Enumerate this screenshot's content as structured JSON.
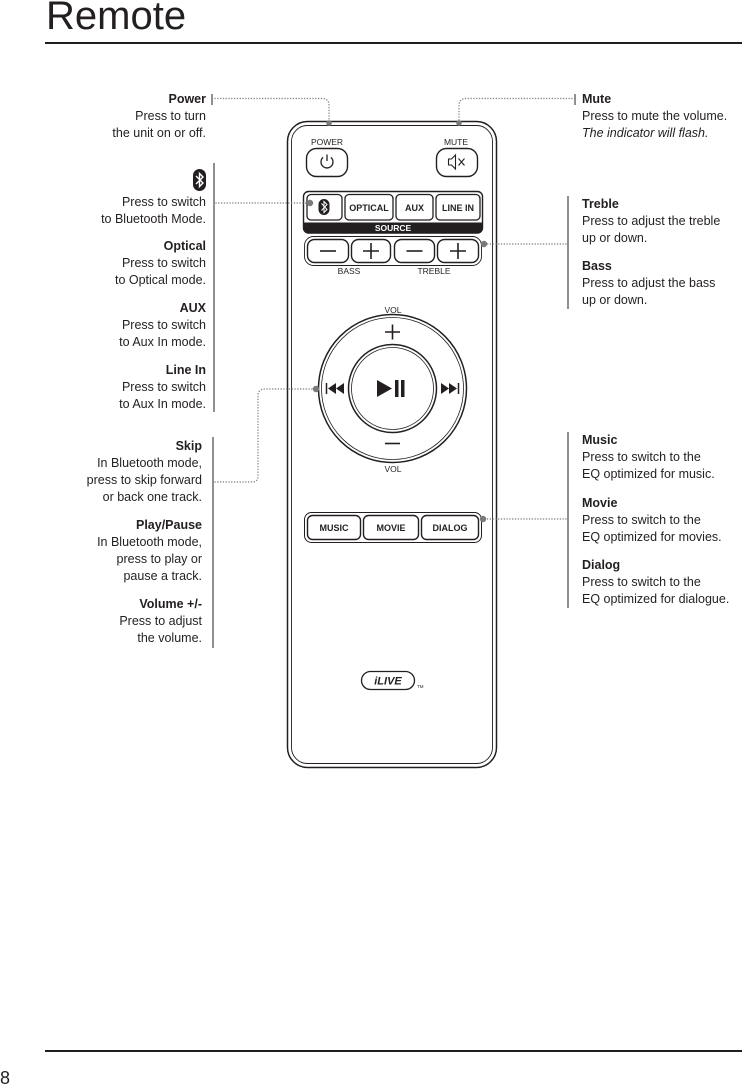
{
  "page": {
    "title": "Remote",
    "page_number": "8"
  },
  "callouts": {
    "power": {
      "heading": "Power",
      "lines": [
        "Press to turn",
        "the unit on or off."
      ]
    },
    "bluetooth": {
      "icon": "bluetooth-icon",
      "lines": [
        "Press to switch",
        "to Bluetooth Mode."
      ]
    },
    "optical": {
      "heading": "Optical",
      "lines": [
        "Press to switch",
        "to Optical mode."
      ]
    },
    "aux": {
      "heading": "AUX",
      "lines": [
        "Press to switch",
        "to Aux In mode."
      ]
    },
    "line_in": {
      "heading": "Line In",
      "lines": [
        "Press to switch",
        "to Aux In mode."
      ]
    },
    "skip": {
      "heading": "Skip",
      "lines": [
        "In Bluetooth mode,",
        "press to skip forward",
        "or back one track."
      ]
    },
    "play_pause": {
      "heading": "Play/Pause",
      "lines": [
        "In Bluetooth mode,",
        "press to play or",
        "pause a track."
      ]
    },
    "volume": {
      "heading": "Volume +/-",
      "lines": [
        "Press to adjust",
        "the volume."
      ]
    },
    "mute": {
      "heading": "Mute",
      "lines": [
        "Press to mute the volume."
      ],
      "note": "The indicator will flash."
    },
    "treble": {
      "heading": "Treble",
      "lines": [
        "Press to adjust the treble",
        "up or down."
      ]
    },
    "bass": {
      "heading": "Bass",
      "lines": [
        "Press to adjust the bass",
        "up or down."
      ]
    },
    "music": {
      "heading": "Music",
      "lines": [
        "Press to switch to the",
        "EQ optimized for music."
      ]
    },
    "movie": {
      "heading": "Movie",
      "lines": [
        "Press to switch to the",
        "EQ optimized for movies."
      ]
    },
    "dialog": {
      "heading": "Dialog",
      "lines": [
        "Press to switch to the",
        "EQ optimized for dialogue."
      ]
    }
  },
  "remote": {
    "power_label": "POWER",
    "power_icon": "power-icon",
    "mute_label": "MUTE",
    "mute_icon": "mute-icon",
    "source_buttons": {
      "bluetooth_icon": "bluetooth-icon",
      "optical": "OPTICAL",
      "aux": "AUX",
      "line_in": "LINE IN"
    },
    "source_label": "SOURCE",
    "tone_buttons": [
      "minus-icon",
      "plus-icon",
      "minus-icon",
      "plus-icon"
    ],
    "bass_label": "BASS",
    "treble_label": "TREBLE",
    "vol_label_top": "VOL",
    "vol_label_bottom": "VOL",
    "dpad_icons": {
      "up": "plus-icon",
      "down": "minus-icon",
      "left": "skip-back-icon",
      "right": "skip-forward-icon",
      "center": "play-pause-icon"
    },
    "eq_buttons": {
      "music": "MUSIC",
      "movie": "MOVIE",
      "dialog": "DIALOG"
    },
    "logo": "iLIVE",
    "trademark": "TM"
  },
  "colors": {
    "text": "#231f20",
    "leader_line": "#858585",
    "leader_dot": "#7a7a7a",
    "background": "#ffffff"
  }
}
